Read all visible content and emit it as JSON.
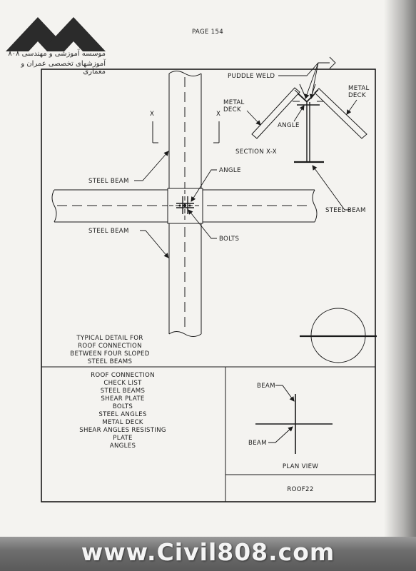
{
  "header": {
    "page_label": "PAGE 154"
  },
  "logo": {
    "line1": "موسسه آموزشی و مهندسی ۸۰۸",
    "line2": "آموزشهای تخصصی عمران و معماری"
  },
  "section_marks": {
    "left": "X",
    "right": "X"
  },
  "labels": {
    "puddle_weld": "PUDDLE WELD",
    "metal_deck_left": [
      "METAL",
      "DECK"
    ],
    "metal_deck_right": [
      "METAL",
      "DECK"
    ],
    "angle_section": "ANGLE",
    "section_title": "SECTION X-X",
    "steel_beam_section": "STEEL BEAM",
    "steel_beam_top": "STEEL BEAM",
    "steel_beam_bottom": "STEEL BEAM",
    "angle_plan": "ANGLE",
    "bolts": "BOLTS"
  },
  "detail_caption": [
    "TYPICAL DETAIL FOR",
    "ROOF CONNECTION",
    "BETWEEN FOUR SLOPED",
    "STEEL BEAMS"
  ],
  "checklist": [
    "ROOF CONNECTION",
    "CHECK LIST",
    "STEEL BEAMS",
    "SHEAR PLATE",
    "BOLTS",
    "STEEL ANGLES",
    "METAL DECK",
    "SHEAR ANGLES RESISTING",
    "PLATE",
    "ANGLES"
  ],
  "plan_view": {
    "beam_top": "BEAM",
    "beam_bottom": "BEAM",
    "title": "PLAN VIEW"
  },
  "drawing_id": "ROOF22",
  "footer": {
    "url": "www.Civil808.com"
  },
  "colors": {
    "line": "#1a1a1a",
    "paper": "#f4f3f0",
    "footer_band": "#6e6e6e",
    "footer_text": "#f4f4f4"
  }
}
